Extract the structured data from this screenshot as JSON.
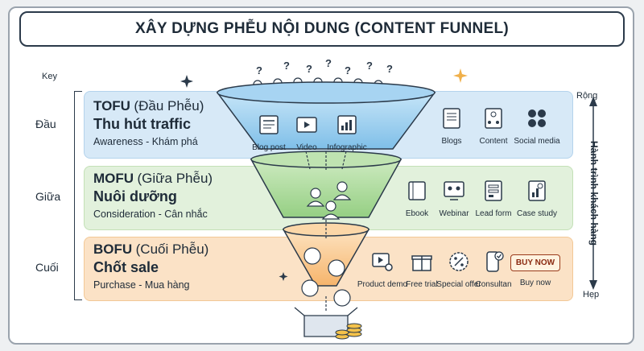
{
  "title": "XÂY DỰNG PHỄU NỘI DUNG (CONTENT FUNNEL)",
  "key_label": "Key",
  "levels": [
    "Đầu",
    "Giữa",
    "Cuối"
  ],
  "journey": {
    "top": "Rộng",
    "bottom": "Hẹp",
    "label": "Hành trình khách hàng"
  },
  "stages": [
    {
      "acronym": "TOFU",
      "sub": "(Đầu Phễu)",
      "goal": "Thu hút traffic",
      "desc": "Awareness - Khám phá",
      "funnel_items": [
        "Blog post",
        "Video",
        "Infographic"
      ],
      "channels": [
        "Blogs",
        "Content",
        "Social media"
      ]
    },
    {
      "acronym": "MOFU",
      "sub": "(Giữa Phễu)",
      "goal": "Nuôi dưỡng",
      "desc": "Consideration - Cân nhắc",
      "channels": [
        "Ebook",
        "Webinar",
        "Lead form",
        "Case study"
      ]
    },
    {
      "acronym": "BOFU",
      "sub": "(Cuối Phễu)",
      "goal": "Chốt sale",
      "desc": "Purchase - Mua hàng",
      "channels": [
        "Product demo",
        "Free trial",
        "Special offer",
        "Consultan",
        "Buy now"
      ],
      "buy_button": "BUY NOW"
    }
  ],
  "colors": {
    "tofu": "#d7e9f7",
    "mofu": "#e2f1dc",
    "bofu": "#fbe2c6",
    "funnel_top": "#9fd0f0",
    "funnel_mid": "#a9d99a",
    "funnel_bot": "#f9c98e"
  }
}
